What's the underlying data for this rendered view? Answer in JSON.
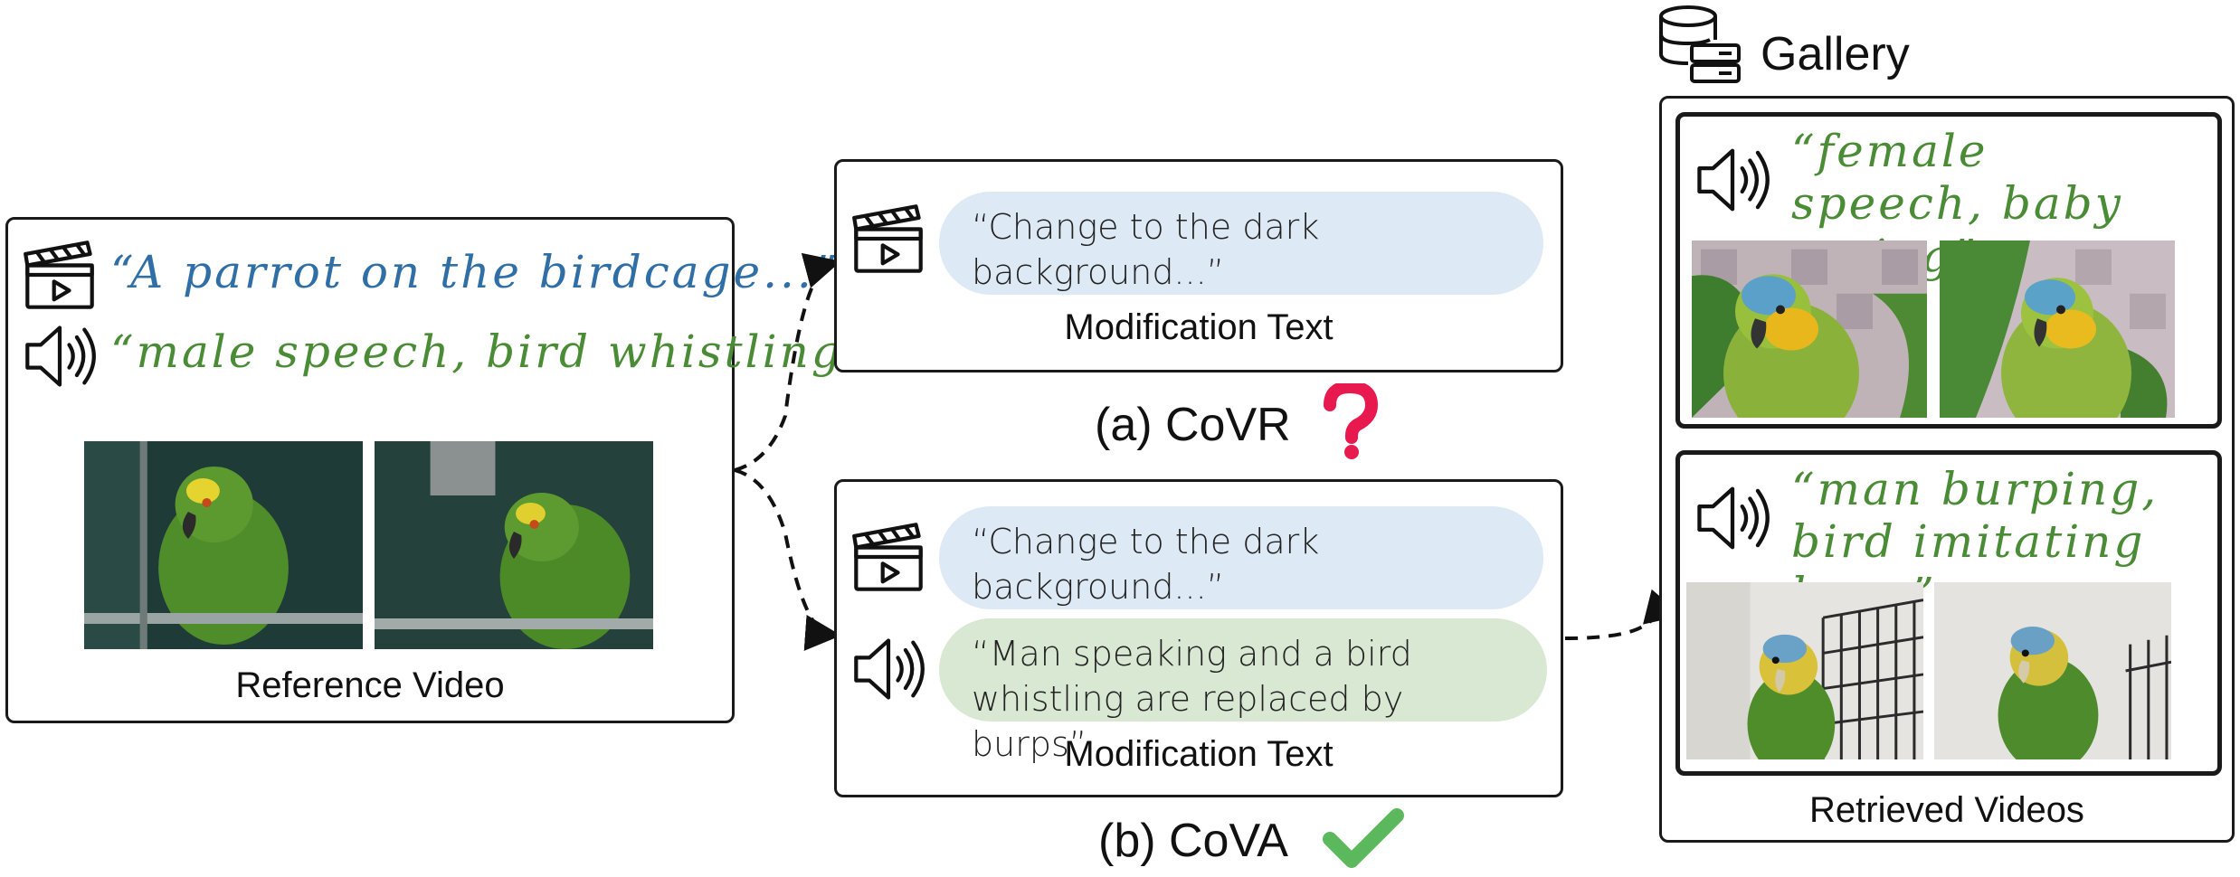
{
  "reference": {
    "video_caption": "“A parrot on the birdcage...”",
    "audio_caption": "“male speech, bird whistling”",
    "label": "Reference Video"
  },
  "covr": {
    "text": "“Change to the dark background...”",
    "label": "Modification Text",
    "method": "(a) CoVR",
    "mark_icon": "question-mark-icon",
    "mark_color": "#e8194f"
  },
  "cova": {
    "video_text": "“Change to the dark background...”",
    "audio_text": "“Man speaking and a bird whistling are replaced by burps”",
    "label": "Modification Text",
    "method": "(b) CoVA",
    "mark_icon": "check-mark-icon",
    "mark_color": "#5cb85c"
  },
  "gallery": {
    "title": "Gallery",
    "item1_audio": "“female speech, baby crying”",
    "item2_audio": "“man burping, bird imitating burp”",
    "label": "Retrieved Videos"
  },
  "colors": {
    "video_caption": "#2f6fa6",
    "audio_caption": "#4a8c35",
    "video_bubble": "#dde9f4",
    "audio_bubble": "#d9e8d2"
  }
}
